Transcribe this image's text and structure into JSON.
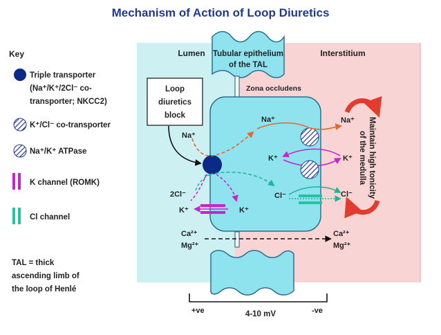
{
  "title": "Mechanism of Action of Loop Diuretics",
  "key": {
    "heading": "Key",
    "triple_transporter": [
      "Triple transporter",
      "(Na⁺/K⁺/2Cl⁻ co-",
      "transporter; NKCC2)"
    ],
    "kcl_cotransporter": "K⁺/Cl⁻ co-transporter",
    "na_k_atpase": "Na⁺/K⁺ ATPase",
    "k_channel": "K channel (ROMK)",
    "cl_channel": "Cl channel",
    "tal_note": [
      "TAL = thick",
      "ascending limb of",
      "the loop of Henlé"
    ]
  },
  "regions": {
    "lumen": "Lumen",
    "epithelium": [
      "Tubular epithelium",
      "of the TAL"
    ],
    "interstitium": "Interstitium",
    "zona": "Zona occludens"
  },
  "block_label": [
    "Loop",
    "diuretics",
    "block"
  ],
  "ions": {
    "na_lumen": "Na⁺",
    "cl_lumen": "2Cl⁻",
    "k_lumen": "K⁺",
    "k_lumen_out": "K⁺",
    "na_cell": "Na⁺",
    "na_int": "Na⁺",
    "k_cell": "K⁺",
    "k_int": "K⁺",
    "cl_cell": "Cl⁻",
    "cl_int": "Cl⁻",
    "ca_lumen": "Ca²⁺",
    "mg_lumen": "Mg²⁺",
    "ca_int": "Ca²⁺",
    "mg_int": "Mg²⁺"
  },
  "tonicity": [
    "Maintain high tonicity",
    "of the medulla"
  ],
  "potential": {
    "lumen_sign": "+ve",
    "value": "4-10 mV",
    "int_sign": "-ve"
  },
  "colors": {
    "title": "#1f3a93",
    "lumen_bg": "#cdf0f3",
    "interstitium_bg": "#f8d4d4",
    "cell": "#8fe3ee",
    "triple": "#0b2a86",
    "k_channel": "#cc22cc",
    "cl_channel": "#22c4a4",
    "na_arrow": "#e8652c",
    "red_arrow": "#e23c2c"
  },
  "icons": [
    "triple-transporter-icon",
    "kcl-cotransporter-icon",
    "na-k-atpase-icon",
    "k-channel-icon",
    "cl-channel-icon"
  ]
}
